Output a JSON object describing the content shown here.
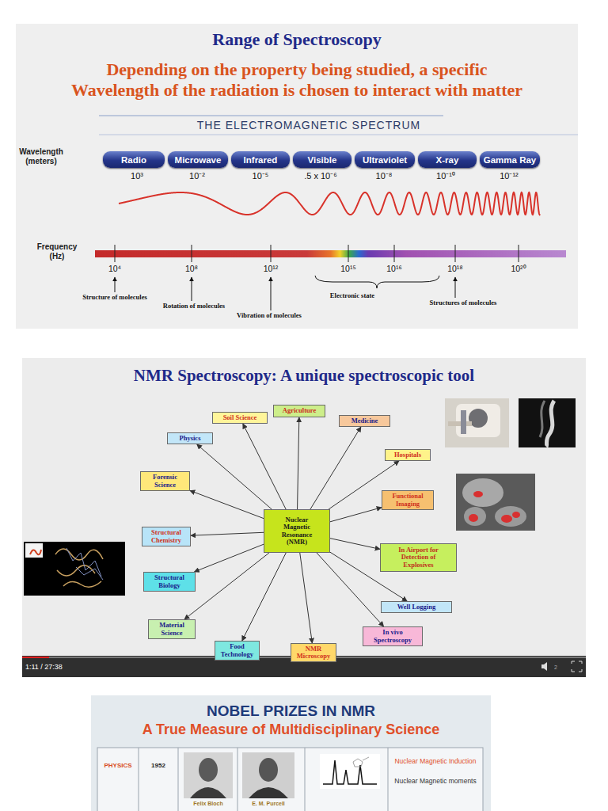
{
  "diagram": {
    "nodes": [
      {
        "text": [
          "Range of Spectroscopy",
          "Depending on the property being studied, a specific Wavelength of the radiation is chosen to interact with matter"
        ]
      },
      {
        "text": [
          "Radio"
        ],
        "in": 0
      },
      {
        "text": [
          "Microwave"
        ],
        "in": 0
      },
      {
        "text": [
          "Infrared"
        ],
        "in": 0
      },
      {
        "text": [
          "Visible"
        ],
        "in": 0
      },
      {
        "text": [
          "Ultraviolet"
        ],
        "in": 0
      },
      {
        "text": [
          "X-ray"
        ],
        "in": 0
      },
      {
        "text": [
          "Gamma Ray"
        ],
        "in": 0
      },
      {
        "text": [
          "NMR Spectroscopy: A unique spectroscopic tool"
        ]
      },
      {
        "text": [
          "Nuclear Magnetic Resonance (NMR)"
        ],
        "in": 8
      },
      {
        "text": [
          "Agriculture"
        ],
        "in": 8
      },
      {
        "text": [
          "Soil Science"
        ],
        "in": 8
      },
      {
        "text": [
          "Medicine"
        ],
        "in": 8
      },
      {
        "text": [
          "Physics"
        ],
        "in": 8
      },
      {
        "text": [
          "Hospitals"
        ],
        "in": 8
      },
      {
        "text": [
          "Forensic Science"
        ],
        "in": 8
      },
      {
        "text": [
          "Functional Imaging"
        ],
        "in": 8
      },
      {
        "text": [
          "Structural Chemistry"
        ],
        "in": 8
      },
      {
        "text": [
          "In Airport for Detection of Explosives"
        ],
        "in": 8
      },
      {
        "text": [
          "Structural Biology"
        ],
        "in": 8
      },
      {
        "text": [
          "Well Logging"
        ],
        "in": 8
      },
      {
        "text": [
          "Material Science"
        ],
        "in": 8
      },
      {
        "text": [
          "In vivo Spectroscopy"
        ],
        "in": 8
      },
      {
        "text": [
          "Food Technology"
        ],
        "in": 8
      },
      {
        "text": [
          "NMR Microscopy"
        ],
        "in": 8
      },
      {
        "text": [
          "NOBEL PRIZES IN NMR",
          "A True Measure of Multidisciplinary Science"
        ]
      }
    ],
    "edges": [
      {
        "from": 9,
        "to": 10,
        "arrow": "to"
      },
      {
        "from": 9,
        "to": 11,
        "arrow": "to"
      },
      {
        "from": 9,
        "to": 12,
        "arrow": "to"
      },
      {
        "from": 9,
        "to": 13,
        "arrow": "to"
      },
      {
        "from": 9,
        "to": 14,
        "arrow": "to"
      },
      {
        "from": 9,
        "to": 15,
        "arrow": "to"
      },
      {
        "from": 9,
        "to": 16,
        "arrow": "to"
      },
      {
        "from": 9,
        "to": 17,
        "arrow": "to"
      },
      {
        "from": 9,
        "to": 18,
        "arrow": "to"
      },
      {
        "from": 9,
        "to": 19,
        "arrow": "to"
      },
      {
        "from": 9,
        "to": 20,
        "arrow": "to"
      },
      {
        "from": 9,
        "to": 21,
        "arrow": "to"
      },
      {
        "from": 9,
        "to": 22,
        "arrow": "to"
      },
      {
        "from": 9,
        "to": 23,
        "arrow": "to"
      },
      {
        "from": 9,
        "to": 24,
        "arrow": "to"
      }
    ],
    "labels": [
      "THE ELECTROMAGNETIC SPECTRUM",
      "Wavelength (meters)",
      "10³",
      "10⁻²",
      "10⁻⁵",
      ".5 x 10⁻⁶",
      "10⁻⁸",
      "10⁻¹⁰",
      "10⁻¹²",
      "Frequency (Hz)",
      "10⁴",
      "10⁸",
      "10¹²",
      "10¹⁵",
      "10¹⁶",
      "10¹⁸",
      "10²⁰",
      "Structure of molecules",
      "Rotation of molecules",
      "Vibration of molecules",
      "Electronic state",
      "Structures of molecules",
      "1:11 / 27:38",
      "2",
      "PHYSICS",
      "1952",
      "Felix Bloch",
      "E. M. Purcell",
      "Nuclear Magnetic Induction",
      "Nuclear Magnetic moments"
    ]
  }
}
